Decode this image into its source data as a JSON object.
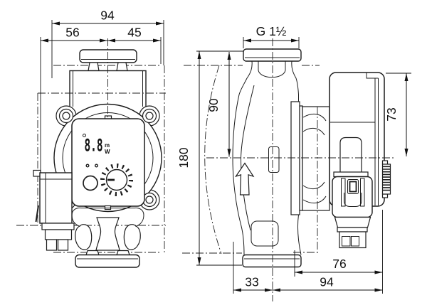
{
  "page": {
    "background": "#ffffff",
    "line_color": "#1c1c1c"
  },
  "dimensions": {
    "front_overall_width": "94",
    "center_to_connector_side": "56",
    "center_to_right_side": "45",
    "pipe_thread": "G 1½",
    "overall_height": "180",
    "flange_to_axis_height": "90",
    "axis_to_module_top": "73",
    "motor_flange_to_rear": "76",
    "axis_to_rear_depth": "94",
    "inlet_to_axis_depth": "33"
  },
  "display": {
    "reading": "8.8",
    "unit_upper": "m",
    "unit_lower": "W"
  }
}
